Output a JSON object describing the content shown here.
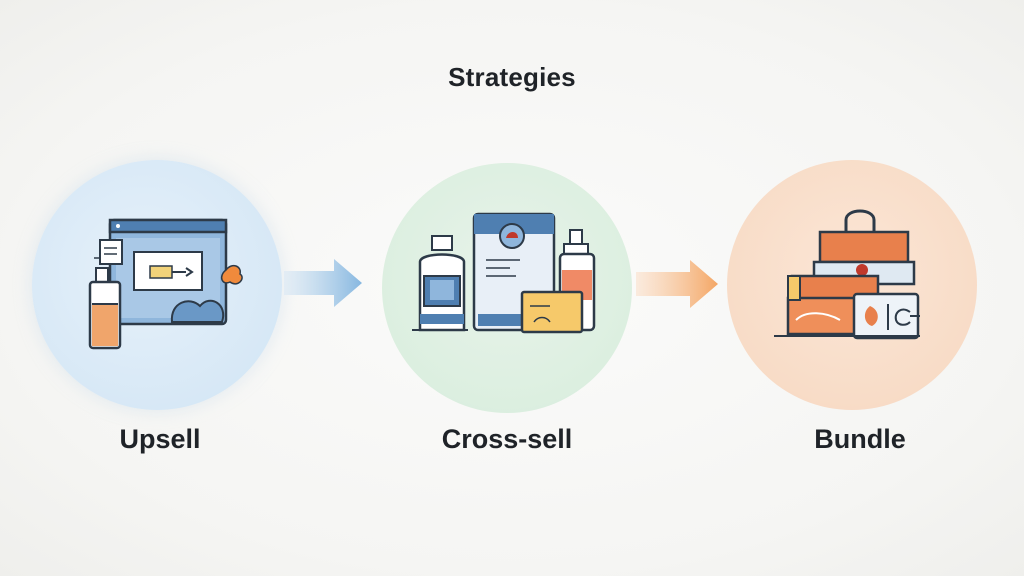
{
  "title": "Strategies",
  "steps": [
    {
      "label": "Upsell",
      "icon": "browser-upgrade-icon",
      "color": "#d7e8f6"
    },
    {
      "label": "Cross-sell",
      "icon": "related-products-icon",
      "color": "#dcefe0"
    },
    {
      "label": "Bundle",
      "icon": "bundled-packages-icon",
      "color": "#f8dcc7"
    }
  ],
  "arrows": [
    {
      "icon": "arrow-right-icon",
      "color": "#9cc4e4"
    },
    {
      "icon": "arrow-right-icon",
      "color": "#f4b27a"
    }
  ]
}
